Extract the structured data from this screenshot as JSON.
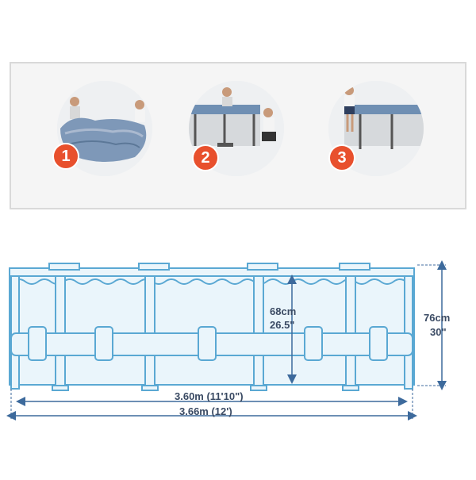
{
  "steps": [
    {
      "number": "1"
    },
    {
      "number": "2"
    },
    {
      "number": "3"
    }
  ],
  "dimensions": {
    "water_height_cm": "68cm",
    "water_height_in": "26.5\"",
    "total_height_cm": "76cm",
    "total_height_in": "30\"",
    "inner_width": "3.60m (11'10\")",
    "outer_width": "3.66m (12')"
  },
  "colors": {
    "pool_line": "#5aa8d3",
    "pool_fill": "#eaf5fb",
    "dimension_line": "#3d6a9c",
    "badge": "#e8502d",
    "text": "#3a4a63"
  }
}
